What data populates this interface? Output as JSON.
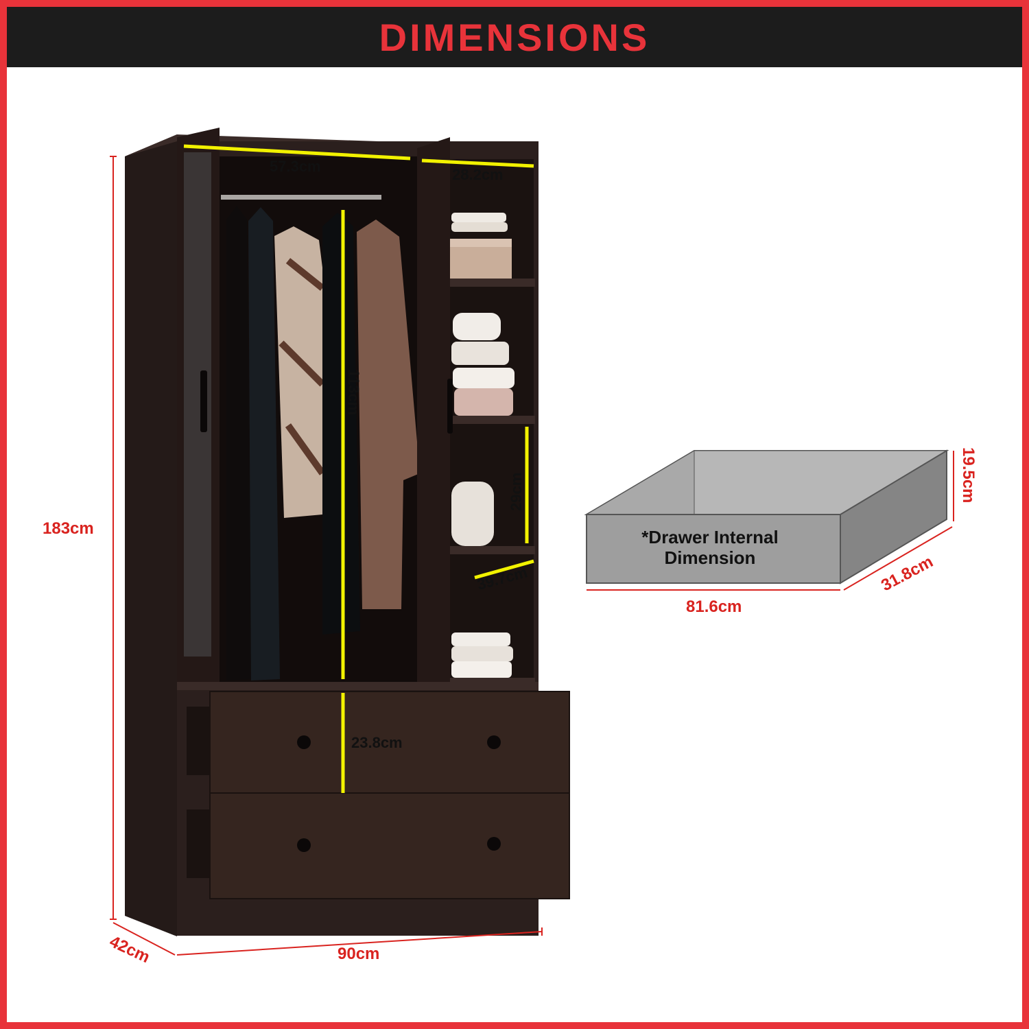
{
  "header": {
    "title": "DIMENSIONS"
  },
  "colors": {
    "frame": "#e8333a",
    "header_bg": "#1c1c1c",
    "wood": "#2b1f1d",
    "measure_yellow": "#f2f200",
    "measure_red": "#d9231f",
    "drawer_grey": "#9e9e9e"
  },
  "wardrobe": {
    "inner_width": "57.3cm",
    "shelf_width": "28.2cm",
    "hanging_height": "113cm",
    "shelf_height": "29cm",
    "shelf_depth": "39.7cm",
    "drawer_height": "23.8cm",
    "total_height": "183cm",
    "total_depth": "42cm",
    "total_width": "90cm"
  },
  "drawer_box": {
    "label": "*Drawer Internal Dimension",
    "label_line1": "*Drawer Internal",
    "label_line2": "Dimension",
    "width": "81.6cm",
    "depth": "31.8cm",
    "height": "19.5cm"
  }
}
